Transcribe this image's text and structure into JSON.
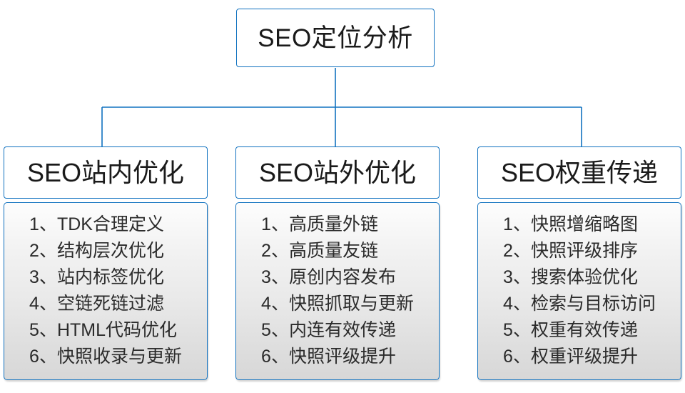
{
  "diagram": {
    "type": "organization-tree",
    "root": {
      "label": "SEO定位分析"
    },
    "theme": {
      "border_color": "#1172c0",
      "node_fill": "#ffffff",
      "list_fill_top": "#fdfdfd",
      "list_fill_bottom": "#d7d7d7",
      "text_color": "#1a1a1a"
    },
    "branches": [
      {
        "title": "SEO站内优化",
        "items": [
          "1、TDK合理定义",
          "2、结构层次优化",
          "3、站内标签优化",
          "4、空链死链过滤",
          "5、HTML代码优化",
          "6、快照收录与更新"
        ]
      },
      {
        "title": "SEO站外优化",
        "items": [
          "1、高质量外链",
          "2、高质量友链",
          "3、原创内容发布",
          "4、快照抓取与更新",
          "5、内连有效传递",
          "6、快照评级提升"
        ]
      },
      {
        "title": "SEO权重传递",
        "items": [
          "1、快照增缩略图",
          "2、快照评级排序",
          "3、搜索体验优化",
          "4、检索与目标访问",
          "5、权重有效传递",
          "6、权重评级提升"
        ]
      }
    ]
  }
}
